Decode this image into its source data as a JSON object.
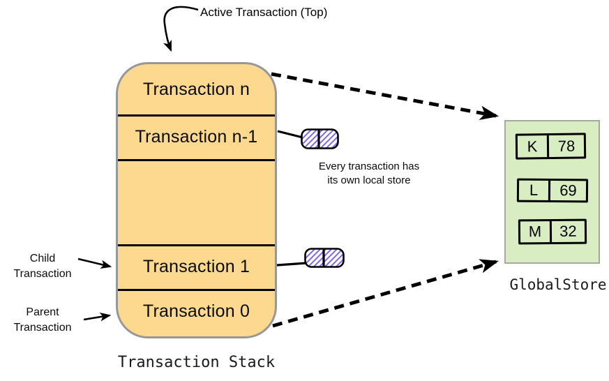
{
  "colors": {
    "stack_fill": "#FCD98F",
    "stack_border": "#979797",
    "store_fill": "#D8EEC2",
    "store_border": "#A3A99C",
    "hatch": "#7B68EE",
    "line": "#000000"
  },
  "stack": {
    "label": "Transaction Stack",
    "rows": [
      "Transaction n",
      "Transaction n-1",
      "Transaction 1",
      "Transaction 0"
    ]
  },
  "global_store": {
    "label": "GlobalStore",
    "entries": [
      {
        "key": "K",
        "value": "78"
      },
      {
        "key": "L",
        "value": "69"
      },
      {
        "key": "M",
        "value": "32"
      }
    ]
  },
  "annotations": {
    "active_transaction": "Active Transaction (Top)",
    "child": {
      "line1": "Child",
      "line2": "Transaction"
    },
    "parent": {
      "line1": "Parent",
      "line2": "Transaction"
    },
    "local_store_note": {
      "line1": "Every transaction has",
      "line2": "its own local store"
    }
  }
}
